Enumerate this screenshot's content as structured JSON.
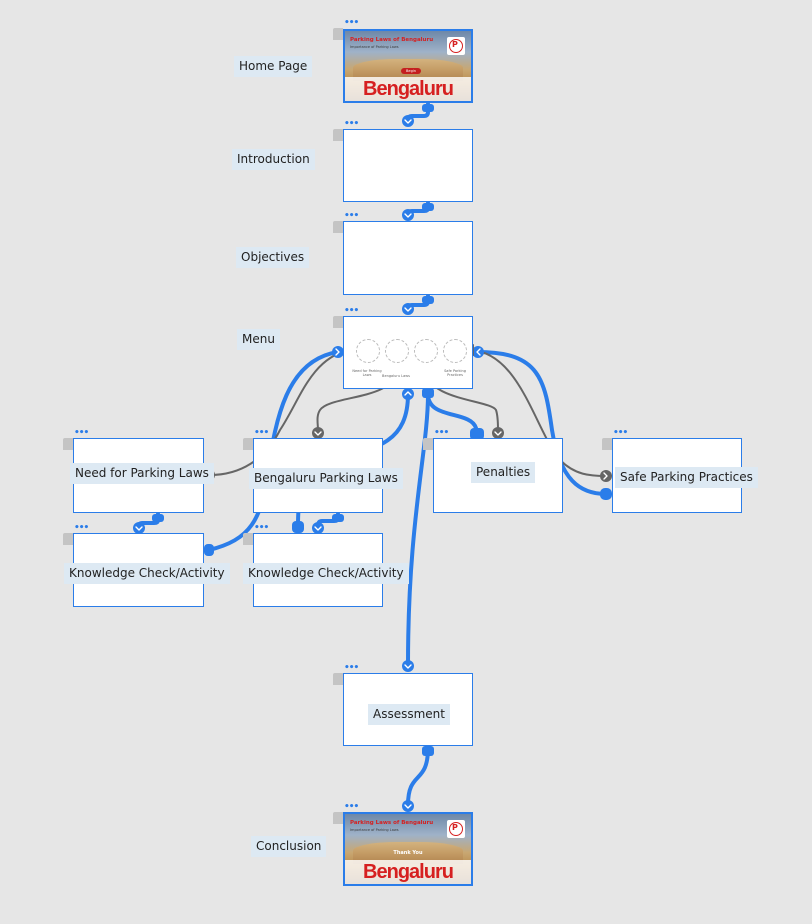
{
  "slides": {
    "home": {
      "label": "Home Page",
      "title": "Parking Laws of Bengaluru",
      "subtitle": "Importance of Parking Laws",
      "button": "Begin",
      "word": "Bengaluru",
      "sign": "P"
    },
    "intro": {
      "label": "Introduction"
    },
    "objectives": {
      "label": "Objectives"
    },
    "menu": {
      "label": "Menu",
      "items": [
        "Need for Parking Laws",
        "Bengaluru Laws",
        "",
        "Safe Parking Practices"
      ]
    },
    "need": {
      "label": "Need for Parking Laws"
    },
    "bengaluru": {
      "label": "Bengaluru Parking Laws"
    },
    "penalties": {
      "label": "Penalties"
    },
    "safe": {
      "label": "Safe Parking Practices"
    },
    "kc1": {
      "label": "Knowledge Check/Activity"
    },
    "kc2": {
      "label": "Knowledge Check/Activity"
    },
    "assessment": {
      "label": "Assessment"
    },
    "conclusion": {
      "label": "Conclusion",
      "title": "Parking Laws of Bengaluru",
      "subtitle": "Importance of Parking Laws",
      "message": "Thank You",
      "word": "Bengaluru",
      "sign": "P"
    }
  },
  "colors": {
    "wire": "#2b7de9",
    "wire_alt": "#666666",
    "canvas": "#e6e6e6"
  },
  "more_glyph": "•••"
}
